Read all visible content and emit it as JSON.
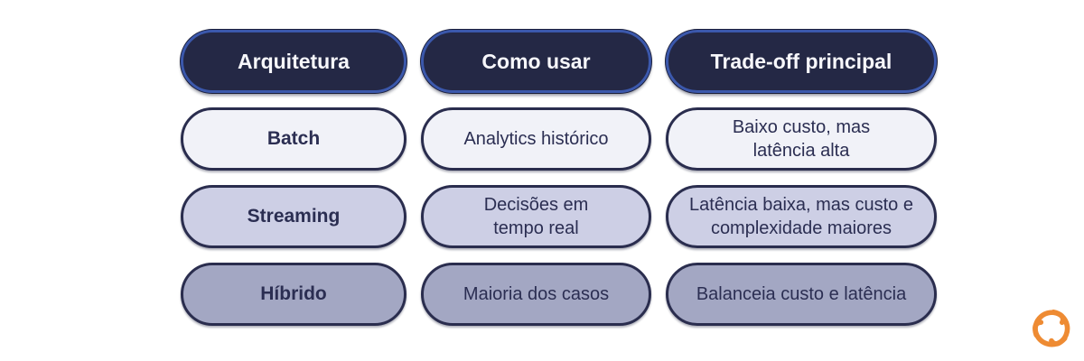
{
  "grid": {
    "headers": [
      "Arquitetura",
      "Como usar",
      "Trade-off principal"
    ],
    "rows": [
      [
        "Batch",
        "Analytics histórico",
        "Baixo custo, mas latência alta"
      ],
      [
        "Streaming",
        "Decisões em tempo real",
        "Latência baixa, mas custo e complexidade maiores"
      ],
      [
        "Híbrido",
        "Maioria dos casos",
        "Balanceia custo e latência"
      ]
    ]
  },
  "colors": {
    "background": "#FFFFFF",
    "header_fill": "#242845",
    "header_border": "#3B58AC",
    "header_text": "#F7F7FB",
    "row1_fill": "#F1F2F8",
    "row2_fill": "#CDCFE5",
    "row3_fill": "#A3A7C3",
    "cell_border": "#2A2D4E",
    "cell_text": "#2B2E52",
    "logo_orange": "#EE8B33"
  },
  "logo": {
    "name": "cycle-logo"
  }
}
